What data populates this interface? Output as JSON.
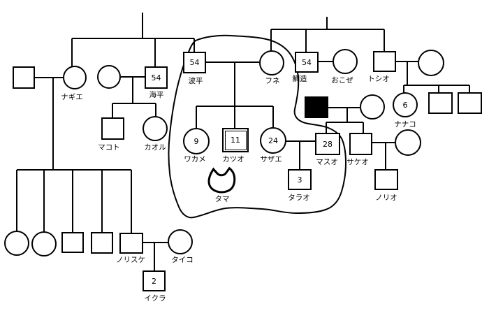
{
  "diagram_type": "family-genogram",
  "colors": {
    "line": "#000000",
    "shape_fill": "#ffffff",
    "deceased_fill": "#000000",
    "background": "#ffffff"
  },
  "people": {
    "nagie": {
      "name": "ナギエ"
    },
    "kaihei": {
      "name": "海平",
      "age": "54"
    },
    "makoto": {
      "name": "マコト"
    },
    "kaoru": {
      "name": "カオル"
    },
    "namihei": {
      "name": "波平",
      "age": "54"
    },
    "fune": {
      "name": "フネ"
    },
    "wakame": {
      "name": "ワカメ",
      "age": "9"
    },
    "katsuo": {
      "name": "カツオ",
      "age": "11"
    },
    "sazae": {
      "name": "サザエ",
      "age": "24"
    },
    "masuo": {
      "name": "マスオ",
      "age": "28"
    },
    "tarao": {
      "name": "タラオ",
      "age": "3"
    },
    "tama": {
      "name": "タマ"
    },
    "taizo": {
      "name": "鯛造",
      "age": "54"
    },
    "okoze": {
      "name": "おこぜ"
    },
    "toshio": {
      "name": "トシオ"
    },
    "nanako": {
      "name": "ナナコ",
      "age": "6"
    },
    "sakeo": {
      "name": "サケオ"
    },
    "norio": {
      "name": "ノリオ"
    },
    "norisuke": {
      "name": "ノリスケ"
    },
    "taiko": {
      "name": "タイコ"
    },
    "ikura": {
      "name": "イクラ",
      "age": "2"
    }
  }
}
